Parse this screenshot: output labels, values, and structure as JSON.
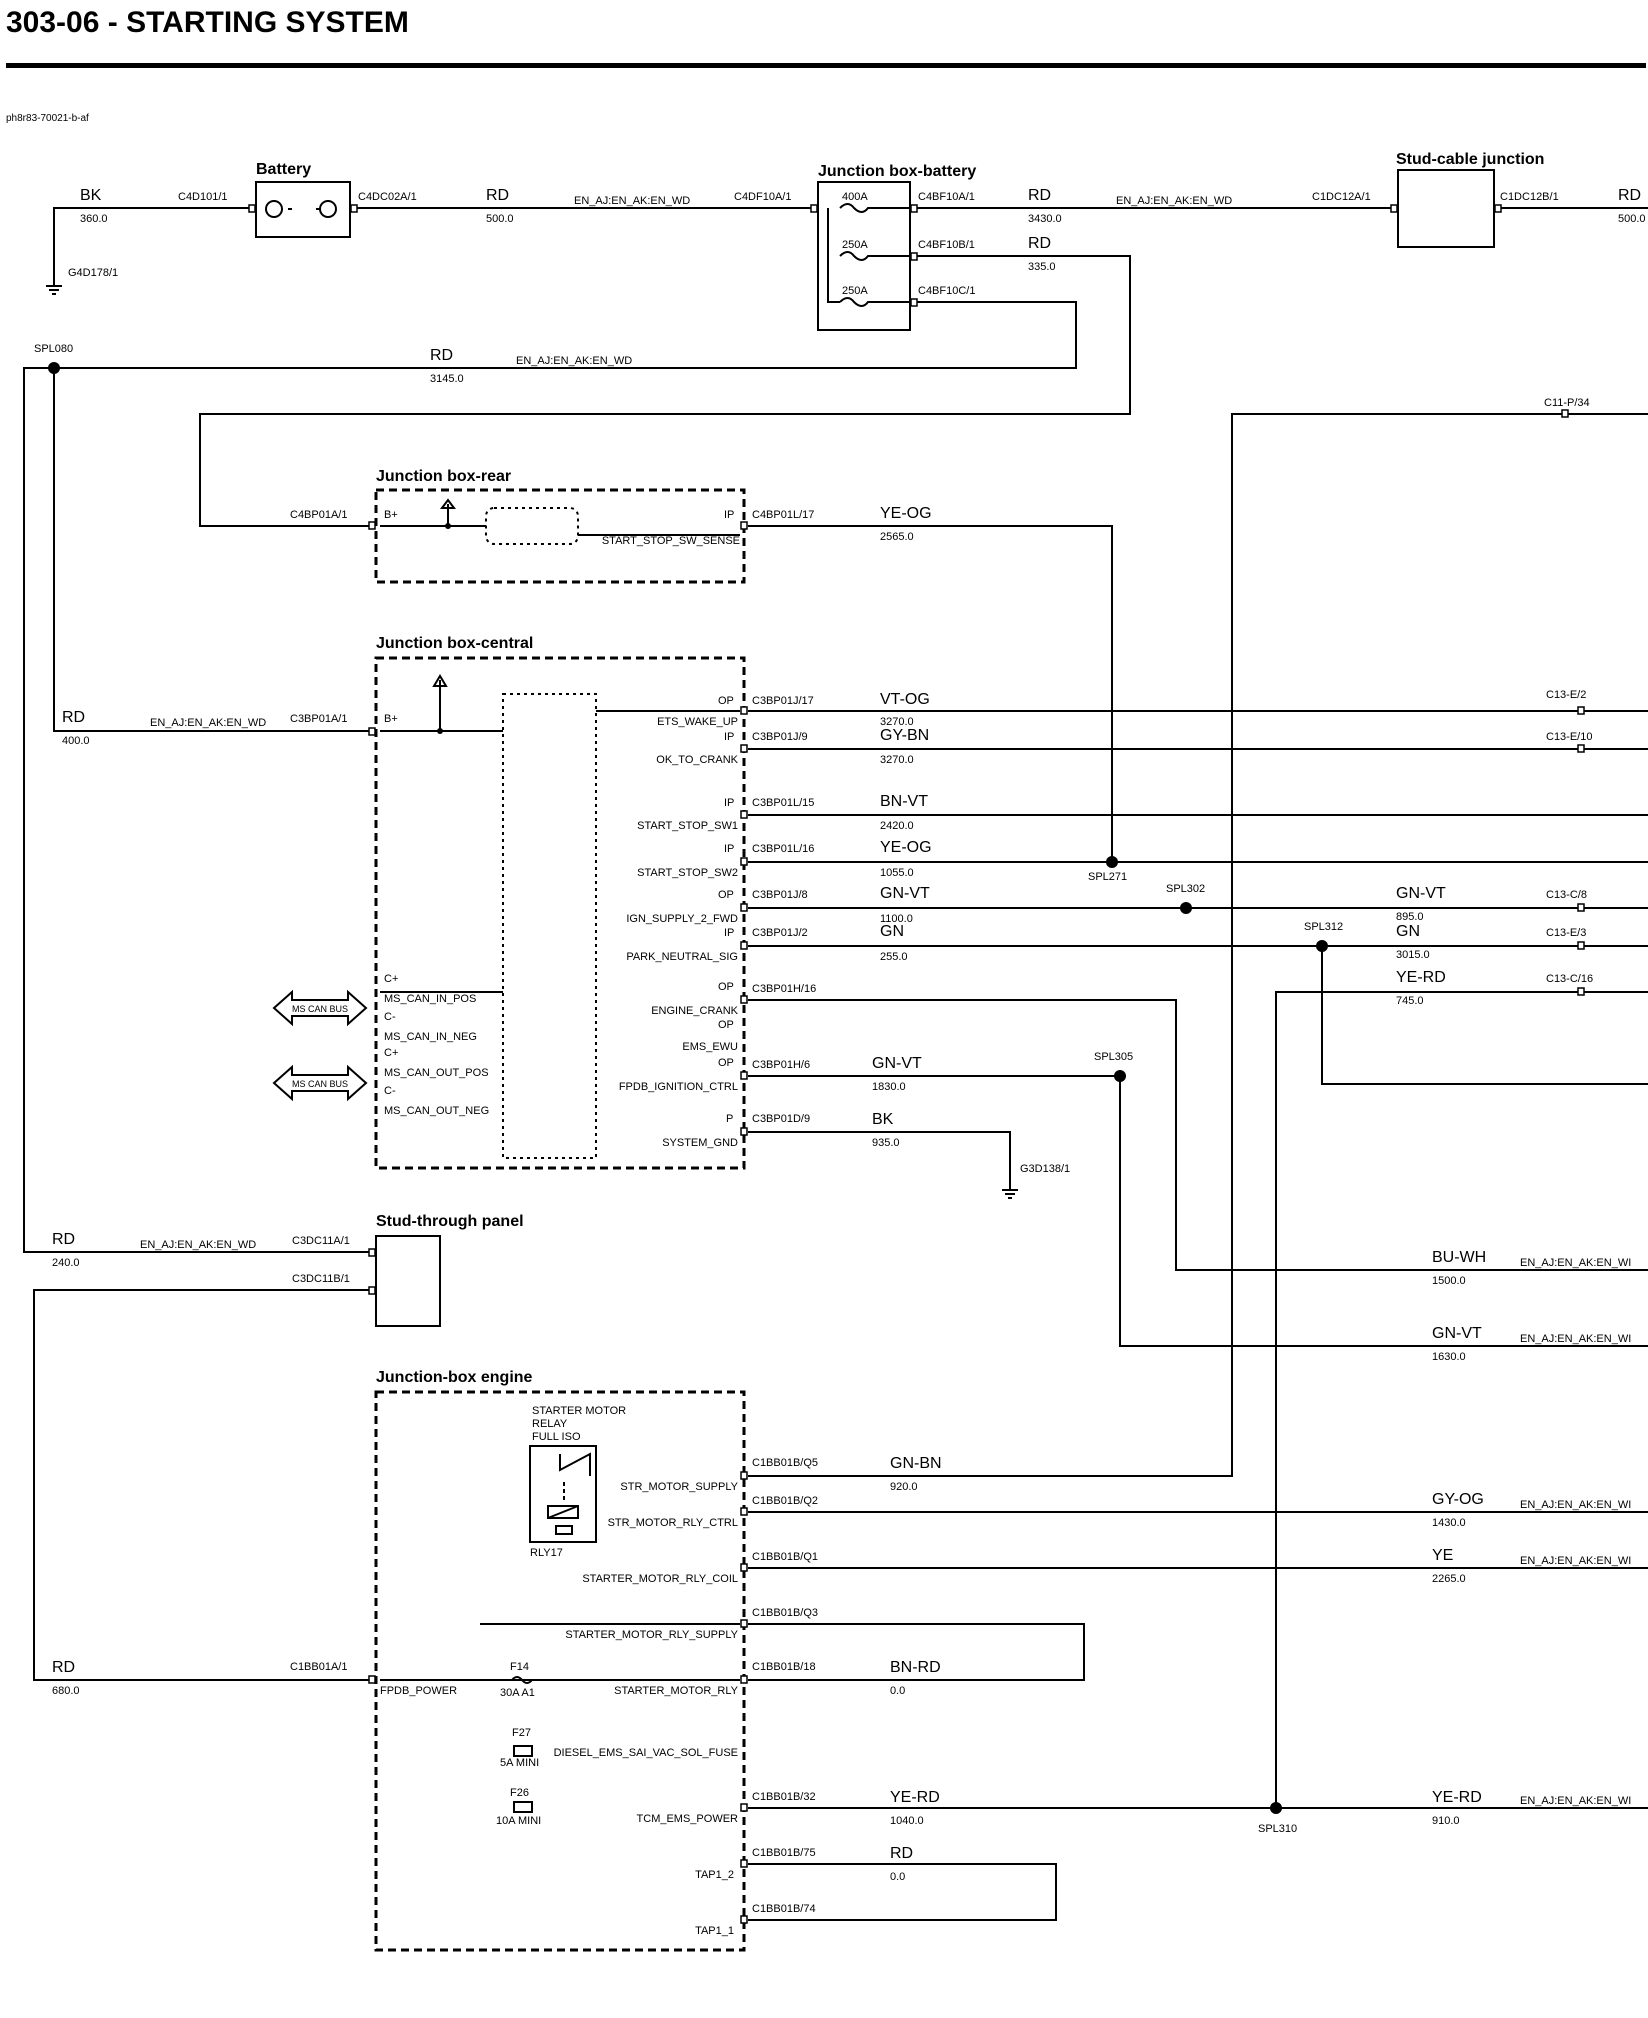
{
  "header": {
    "title": "303-06 - STARTING SYSTEM",
    "doc_ref": "ph8r83-70021-b-af"
  },
  "boxes": {
    "battery": "Battery",
    "jb_battery": "Junction box-battery",
    "stud_cable": "Stud-cable junction",
    "jb_rear": "Junction box-rear",
    "jb_central": "Junction box-central",
    "stud_through": "Stud-through panel",
    "jb_engine": "Junction-box engine"
  },
  "connectors": {
    "c4d101": "C4D101/1",
    "c4dc02a": "C4DC02A/1",
    "c4df10a": "C4DF10A/1",
    "c4bf10a": "C4BF10A/1",
    "c4bf10b": "C4BF10B/1",
    "c4bf10c": "C4BF10C/1",
    "c1dc12a": "C1DC12A/1",
    "c1dc12b": "C1DC12B/1",
    "g4d178": "G4D178/1",
    "c11p34": "C11-P/34",
    "c4bp01a": "C4BP01A/1",
    "c4bp01l17": "C4BP01L/17",
    "c3bp01a": "C3BP01A/1",
    "c3bp01j17": "C3BP01J/17",
    "c3bp01j9": "C3BP01J/9",
    "c3bp01l15": "C3BP01L/15",
    "c3bp01l16": "C3BP01L/16",
    "c3bp01j8": "C3BP01J/8",
    "c3bp01j2": "C3BP01J/2",
    "c3bp01h16": "C3BP01H/16",
    "c3bp01h6": "C3BP01H/6",
    "c3bp01d9": "C3BP01D/9",
    "g3d138": "G3D138/1",
    "c13e2": "C13-E/2",
    "c13e10": "C13-E/10",
    "c13c8": "C13-C/8",
    "c13e3": "C13-E/3",
    "c13c16": "C13-C/16",
    "c3dc11a": "C3DC11A/1",
    "c3dc11b": "C3DC11B/1",
    "c1bb01a": "C1BB01A/1",
    "c1bb01bq5": "C1BB01B/Q5",
    "c1bb01bq2": "C1BB01B/Q2",
    "c1bb01bq1": "C1BB01B/Q1",
    "c1bb01bq3": "C1BB01B/Q3",
    "c1bb01b18": "C1BB01B/18",
    "c1bb01b32": "C1BB01B/32",
    "c1bb01b75": "C1BB01B/75",
    "c1bb01b74": "C1BB01B/74"
  },
  "splices": {
    "spl080": "SPL080",
    "spl271": "SPL271",
    "spl302": "SPL302",
    "spl312": "SPL312",
    "spl305": "SPL305",
    "spl310": "SPL310"
  },
  "wires": {
    "bk_bat": {
      "color": "BK",
      "len": "360.0"
    },
    "rd_bat": {
      "color": "RD",
      "len": "500.0"
    },
    "rd_3430": {
      "color": "RD",
      "len": "3430.0"
    },
    "rd_stud": {
      "color": "RD",
      "len": "500.0"
    },
    "rd_335": {
      "color": "RD",
      "len": "335.0"
    },
    "rd_3145": {
      "color": "RD",
      "len": "3145.0"
    },
    "yeog_2565": {
      "color": "YE-OG",
      "len": "2565.0"
    },
    "rd_400": {
      "color": "RD",
      "len": "400.0"
    },
    "vtog": {
      "color": "VT-OG",
      "len": "3270.0"
    },
    "gybn": {
      "color": "GY-BN",
      "len": "3270.0"
    },
    "bnvt": {
      "color": "BN-VT",
      "len": "2420.0"
    },
    "yeog_1055": {
      "color": "YE-OG",
      "len": "1055.0"
    },
    "gnvt_1100": {
      "color": "GN-VT",
      "len": "1100.0"
    },
    "gnvt_895": {
      "color": "GN-VT",
      "len": "895.0"
    },
    "gn_255": {
      "color": "GN",
      "len": "255.0"
    },
    "gn_3015": {
      "color": "GN",
      "len": "3015.0"
    },
    "yerd_745": {
      "color": "YE-RD",
      "len": "745.0"
    },
    "gnvt_1830": {
      "color": "GN-VT",
      "len": "1830.0"
    },
    "bk_935": {
      "color": "BK",
      "len": "935.0"
    },
    "rd_240": {
      "color": "RD",
      "len": "240.0"
    },
    "buwh": {
      "color": "BU-WH",
      "len": "1500.0"
    },
    "gnvt_1630": {
      "color": "GN-VT",
      "len": "1630.0"
    },
    "gnbn": {
      "color": "GN-BN",
      "len": "920.0"
    },
    "gyog": {
      "color": "GY-OG",
      "len": "1430.0"
    },
    "ye": {
      "color": "YE",
      "len": "2265.0"
    },
    "rd_680": {
      "color": "RD",
      "len": "680.0"
    },
    "bnrd": {
      "color": "BN-RD",
      "len": "0.0"
    },
    "yerd_1040": {
      "color": "YE-RD",
      "len": "1040.0"
    },
    "yerd_910": {
      "color": "YE-RD",
      "len": "910.0"
    },
    "rd_0": {
      "color": "RD",
      "len": "0.0"
    }
  },
  "harness": {
    "main": "EN_AJ:EN_AK:EN_WD",
    "cut": "EN_AJ:EN_AK:EN_WI"
  },
  "fuses": {
    "jb_400": "400A",
    "jb_250a": "250A",
    "jb_250b": "250A",
    "f14": "F14",
    "f14_rating": "30A A1",
    "f27": "F27",
    "f27_rating": "5A MINI",
    "f26": "F26",
    "f26_rating": "10A MINI"
  },
  "pins": {
    "bplus": "B+",
    "ip": "IP",
    "op": "OP",
    "p": "P",
    "cplus": "C+",
    "cminus": "C-"
  },
  "signals": {
    "start_stop_sw_sense": "START_STOP_SW_SENSE",
    "ets_wake_up": "ETS_WAKE_UP",
    "ok_to_crank": "OK_TO_CRANK",
    "start_stop_sw1": "START_STOP_SW1",
    "start_stop_sw2": "START_STOP_SW2",
    "ign_supply_2_fwd": "IGN_SUPPLY_2_FWD",
    "park_neutral_sig": "PARK_NEUTRAL_SIG",
    "ms_can_in_pos": "MS_CAN_IN_POS",
    "ms_can_in_neg": "MS_CAN_IN_NEG",
    "ms_can_out_pos": "MS_CAN_OUT_POS",
    "ms_can_out_neg": "MS_CAN_OUT_NEG",
    "engine_crank": "ENGINE_CRANK",
    "ems_ewu": "EMS_EWU",
    "fpdb_ignition_ctrl": "FPDB_IGNITION_CTRL",
    "system_gnd": "SYSTEM_GND",
    "str_motor_supply": "STR_MOTOR_SUPPLY",
    "str_motor_rly_ctrl": "STR_MOTOR_RLY_CTRL",
    "starter_motor_rly_coil": "STARTER_MOTOR_RLY_COIL",
    "starter_motor_rly_supply": "STARTER_MOTOR_RLY_SUPPLY",
    "fpdb_power": "FPDB_POWER",
    "starter_motor_rly": "STARTER_MOTOR_RLY",
    "diesel_ems_sai_vac_sol_fuse": "DIESEL_EMS_SAI_VAC_SOL_FUSE",
    "tcm_ems_power": "TCM_EMS_POWER",
    "tap1_2": "TAP1_2",
    "tap1_1": "TAP1_1"
  },
  "can_bus": {
    "label": "MS CAN BUS"
  },
  "relay": {
    "line1": "STARTER MOTOR",
    "line2": "RELAY",
    "line3": "FULL ISO",
    "id": "RLY17"
  }
}
